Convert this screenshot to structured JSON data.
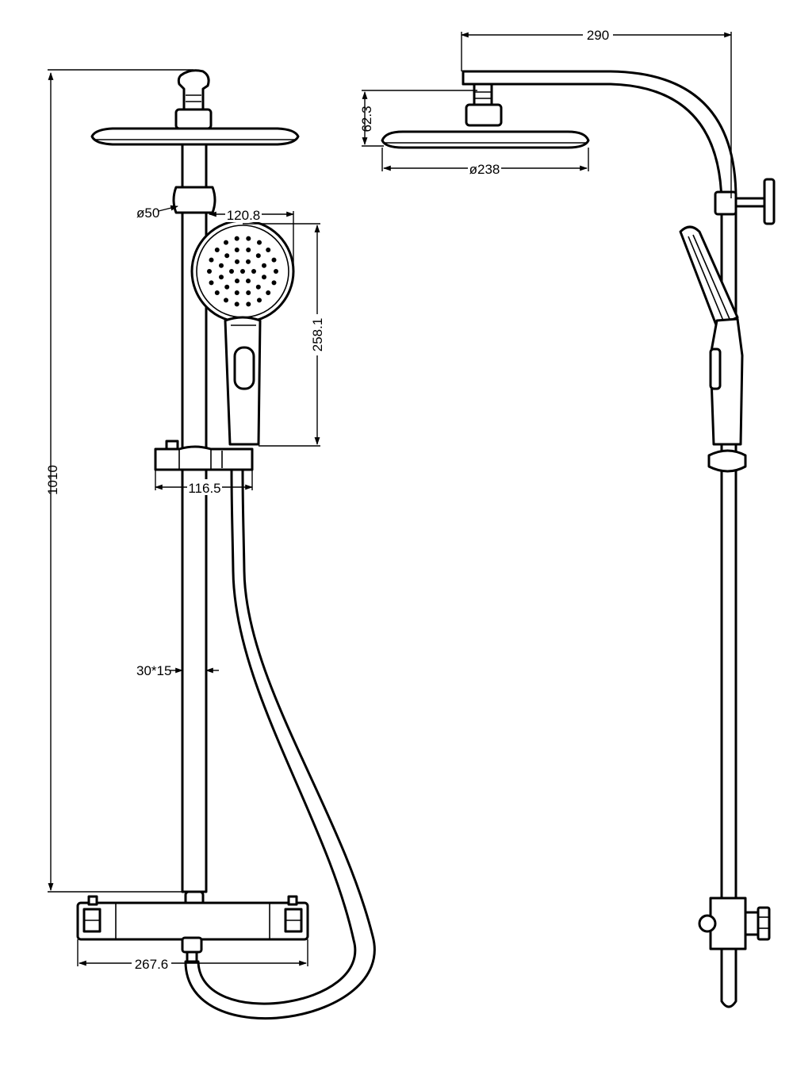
{
  "dimensions": {
    "total_height": "1010",
    "head_diameter": "ø238",
    "head_height": "62.3",
    "arm_reach": "290",
    "hand_width": "120.8",
    "hand_length": "258.1",
    "holder_diameter": "ø50",
    "slider_width": "116.5",
    "rail_section": "30*15",
    "valve_width": "267.6"
  },
  "colors": {
    "line": "#000000",
    "background": "#ffffff"
  }
}
